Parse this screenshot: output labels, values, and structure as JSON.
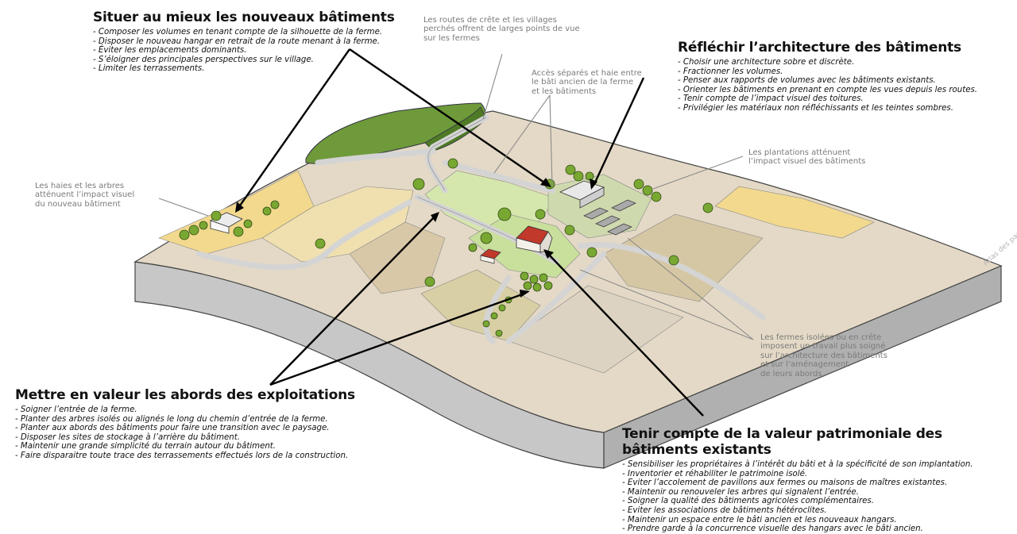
{
  "colors": {
    "ground_side": "#c9c9c9",
    "road": "#d9d9d9",
    "field_beige": "#e6dccb",
    "field_yellow": "#f2dc96",
    "field_green": "#cfe3a8",
    "tree": "#6e9a2c",
    "roof_red": "#c0392b",
    "leader_black": "#000000",
    "leader_grey": "#8a8a8a"
  },
  "blocks": {
    "situer": {
      "title": "Situer au mieux les nouveaux bâtiments",
      "items": [
        "- Composer les volumes en tenant compte de la silhouette de la ferme.",
        "- Disposer le nouveau hangar en retrait de la route menant à la ferme.",
        "- Éviter les emplacements dominants.",
        "- S’éloigner des principales perspectives sur le village.",
        "- Limiter les terrassements."
      ]
    },
    "reflechir": {
      "title": "Réfléchir l’architecture des bâtiments",
      "items": [
        "- Choisir une architecture sobre et discrète.",
        "- Fractionner les volumes.",
        "- Penser aux rapports de volumes avec les bâtiments existants.",
        "- Orienter les bâtiments en prenant en compte les vues depuis les routes.",
        "- Tenir compte de l’impact visuel des toitures.",
        "- Privilégier les matériaux non réfléchissants et les teintes sombres."
      ]
    },
    "mettre": {
      "title": "Mettre en valeur les abords des exploitations",
      "items": [
        "- Soigner l’entrée de la ferme.",
        "- Planter des arbres isolés ou alignés le long du chemin d’entrée de la ferme.",
        "- Planter aux abords des bâtiments pour faire une transition avec le paysage.",
        "- Disposer les sites de stockage à l’arrière du bâtiment.",
        "- Maintenir une grande simplicité du terrain autour du bâtiment.",
        "- Faire disparaitre toute trace des terrassements effectués lors de la construction."
      ]
    },
    "tenir": {
      "title": "Tenir compte de la valeur patrimoniale des bâtiments existants",
      "items": [
        "- Sensibiliser les propriétaires à l’intérêt du bâti et à la spécificité de son implantation.",
        "- Inventorier et réhabiliter le patrimoine isolé.",
        "- Eviter l’accolement de pavillons aux fermes ou maisons de maîtres existantes.",
        "- Maintenir ou renouveler les arbres qui signalent l’entrée.",
        "- Soigner la qualité des bâtiments agricoles complémentaires.",
        "- Eviter les associations de bâtiments hétéroclites.",
        "- Maintenir un espace entre le bâti ancien et les nouveaux hangars.",
        "- Prendre garde à la concurrence visuelle des hangars avec le bâti ancien."
      ]
    }
  },
  "notes": {
    "routes": "Les routes de crête et les villages\nperchés offrent de larges points de vue\nsur les fermes",
    "acces": "Accès séparés et haie entre\nle bâti ancien de la ferme\net les bâtiments",
    "plantations": "Les plantations atténuent\nl’impact visuel des bâtiments",
    "haies": "Les haies et les arbres\natténuent l’impact visuel\ndu nouveau bâtiment",
    "fermes": "Les fermes isolées ou en crête\nimposent un travail plus soigné\nsur l’architecture des bâtiments\net sur l’aménagement\nde leurs abords"
  },
  "credit": "Atlas des paysages des Landes"
}
